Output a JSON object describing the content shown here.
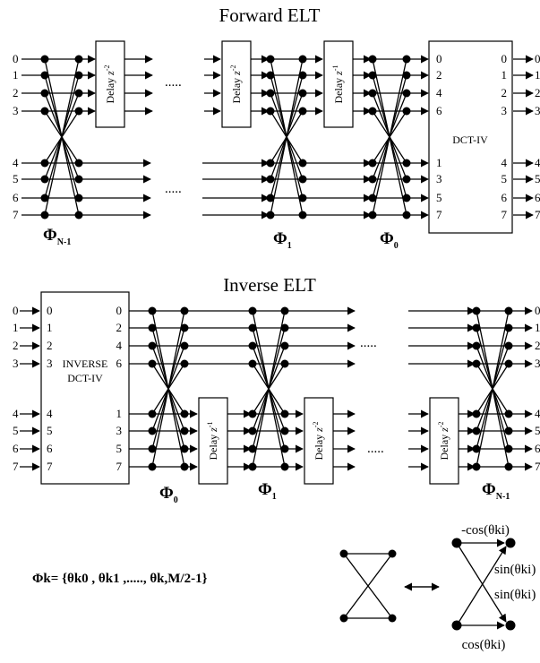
{
  "titles": {
    "forward": "Forward ELT",
    "inverse": "Inverse ELT"
  },
  "forward": {
    "input_labels": [
      "0",
      "1",
      "2",
      "3",
      "4",
      "5",
      "6",
      "7"
    ],
    "delay_label": "Delay",
    "delay_exponents": [
      "-2",
      "-2",
      "-1"
    ],
    "dct_title": "DCT-IV",
    "dct_in_labels": [
      "0",
      "2",
      "4",
      "6",
      "1",
      "3",
      "5",
      "7"
    ],
    "dct_out_labels": [
      "0",
      "1",
      "2",
      "3",
      "4",
      "5",
      "6",
      "7"
    ],
    "right_edge_labels": [
      "0",
      "1",
      "2",
      "3",
      "4",
      "5",
      "6",
      "7"
    ],
    "dots": ".....",
    "stage_labels": [
      {
        "sym": "Φ",
        "sub": "N-1"
      },
      {
        "sym": "Φ",
        "sub": "1"
      },
      {
        "sym": "Φ",
        "sub": "0"
      }
    ]
  },
  "inverse": {
    "input_labels": [
      "0",
      "1",
      "2",
      "3",
      "4",
      "5",
      "6",
      "7"
    ],
    "idct_title_1": "INVERSE",
    "idct_title_2": "DCT-IV",
    "idct_in_labels": [
      "0",
      "1",
      "2",
      "3",
      "4",
      "5",
      "6",
      "7"
    ],
    "idct_out_labels": [
      "0",
      "2",
      "4",
      "6",
      "1",
      "3",
      "5",
      "7"
    ],
    "right_edge_labels": [
      "0",
      "1",
      "2",
      "3",
      "4",
      "5",
      "6",
      "7"
    ],
    "delay_label": "Delay",
    "delay_exponents": [
      "-1",
      "-2",
      "-2"
    ],
    "dots": ".....",
    "stage_labels": [
      {
        "sym": "Φ",
        "sub": "0"
      },
      {
        "sym": "Φ",
        "sub": "1"
      },
      {
        "sym": "Φ",
        "sub": "N-1"
      }
    ]
  },
  "legend": {
    "formula": "Φk= {θk0 , θk1 ,....., θk,M/2-1}",
    "neg_cos": "-cos(θki)",
    "sin_1": "sin(θki)",
    "sin_2": "sin(θki)",
    "cos": "cos(θki)"
  }
}
